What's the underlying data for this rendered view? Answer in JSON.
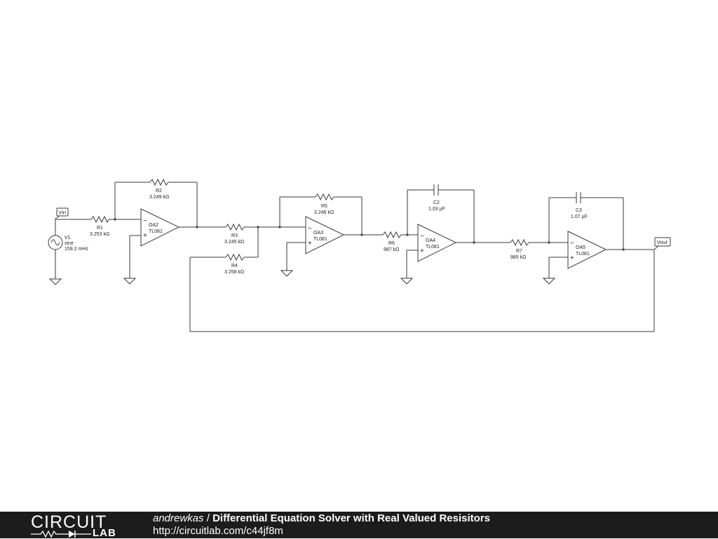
{
  "components": {
    "V1": {
      "ref": "V1",
      "type": "sine",
      "value": "159.2 mHz"
    },
    "R1": {
      "ref": "R1",
      "value": "3.253 kΩ"
    },
    "R2": {
      "ref": "R2",
      "value": "3.249 kΩ"
    },
    "R3": {
      "ref": "R3",
      "value": "3.245 kΩ"
    },
    "R4": {
      "ref": "R4",
      "value": "3.258 kΩ"
    },
    "R5": {
      "ref": "R5",
      "value": "3.246 kΩ"
    },
    "R6": {
      "ref": "R6",
      "value": "987 kΩ"
    },
    "R7": {
      "ref": "R7",
      "value": "985 kΩ"
    },
    "C2": {
      "ref": "C2",
      "value": "1.03 µF"
    },
    "C3": {
      "ref": "C3",
      "value": "1.07 µF"
    },
    "OA2": {
      "ref": "OA2",
      "model": "TL081"
    },
    "OA3": {
      "ref": "OA3",
      "model": "TL081"
    },
    "OA4": {
      "ref": "OA4",
      "model": "TL081"
    },
    "OA5": {
      "ref": "OA5",
      "model": "TL081"
    }
  },
  "ports": {
    "input": "Vin",
    "output": "Vout"
  },
  "opamp_pins": {
    "minus": "−",
    "plus": "+"
  },
  "footer": {
    "logo_top": "CIRCUIT",
    "logo_bottom": "LAB",
    "author": "andrewkas",
    "separator": " / ",
    "title": "Differential Equation Solver with Real Valued Resisitors",
    "url": "http://circuitlab.com/c44jf8m"
  },
  "colors": {
    "footer_bg": "#1c1c1c",
    "wire": "#3a3a3a",
    "text": "#222222"
  }
}
